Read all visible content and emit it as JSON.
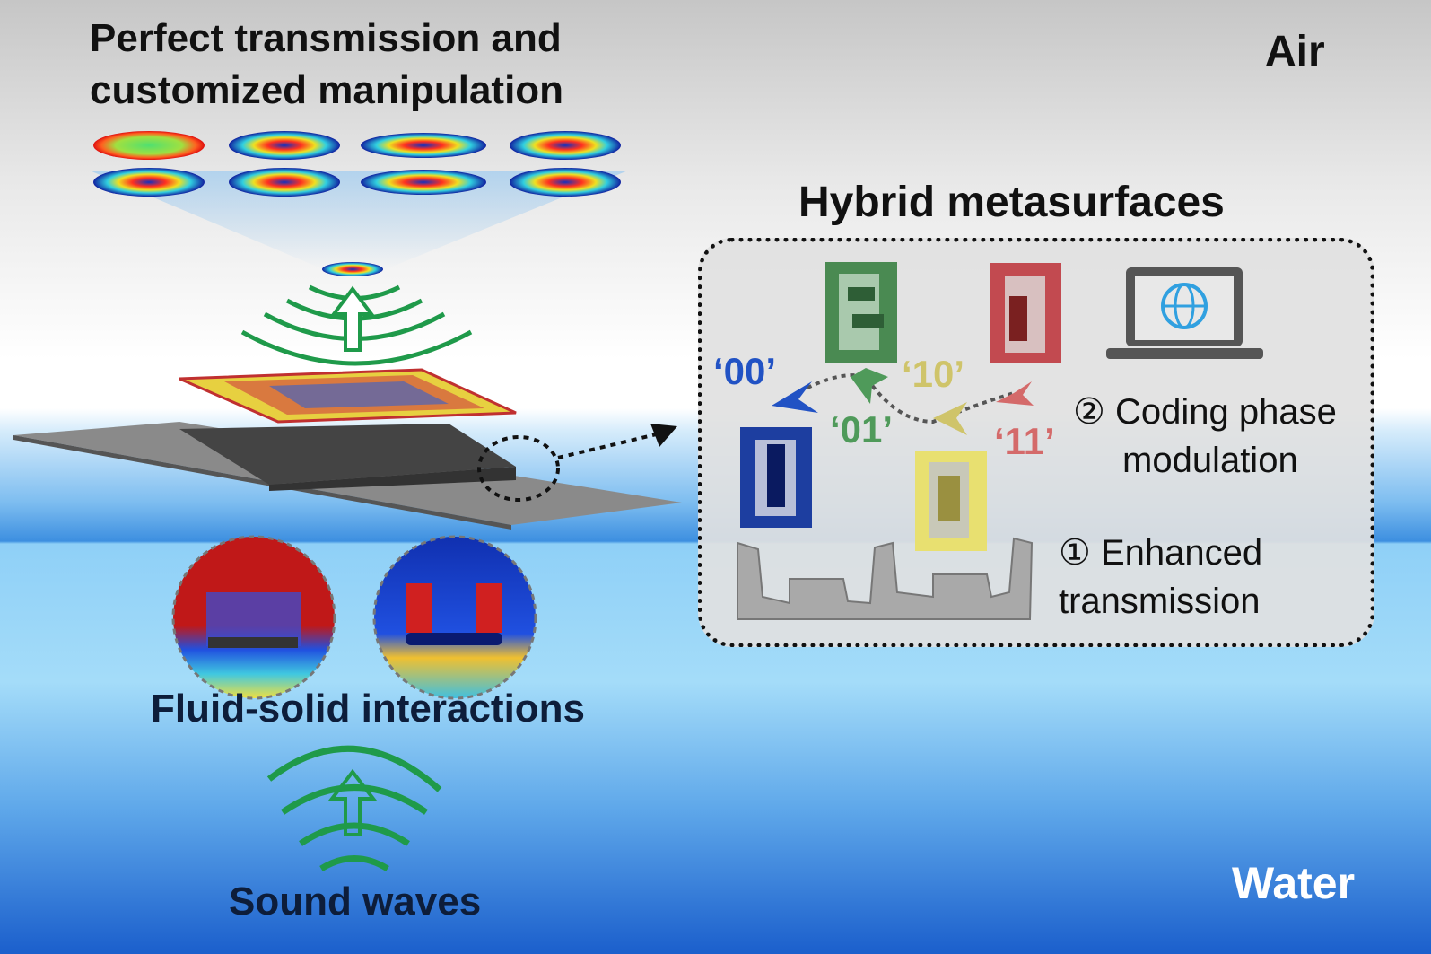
{
  "title": {
    "line1": "Perfect transmission and",
    "line2": "customized manipulation"
  },
  "labels": {
    "air": "Air",
    "water": "Water",
    "hybrid": "Hybrid metasurfaces",
    "fluid_solid": "Fluid-solid interactions",
    "sound_waves": "Sound waves"
  },
  "codes": {
    "c00": "‘00’",
    "c01": "‘01’",
    "c10": "‘10’",
    "c11": "‘11’"
  },
  "steps": {
    "coding": {
      "num": "②",
      "line1": "Coding phase",
      "line2": "modulation"
    },
    "enhanced": {
      "num": "①",
      "line1": "Enhanced",
      "line2": "transmission"
    }
  },
  "colors": {
    "c00": "#2152c4",
    "c01": "#4f9a5a",
    "c10": "#cfc46a",
    "c11": "#d46a6a",
    "wave": "#1f9a4a"
  }
}
